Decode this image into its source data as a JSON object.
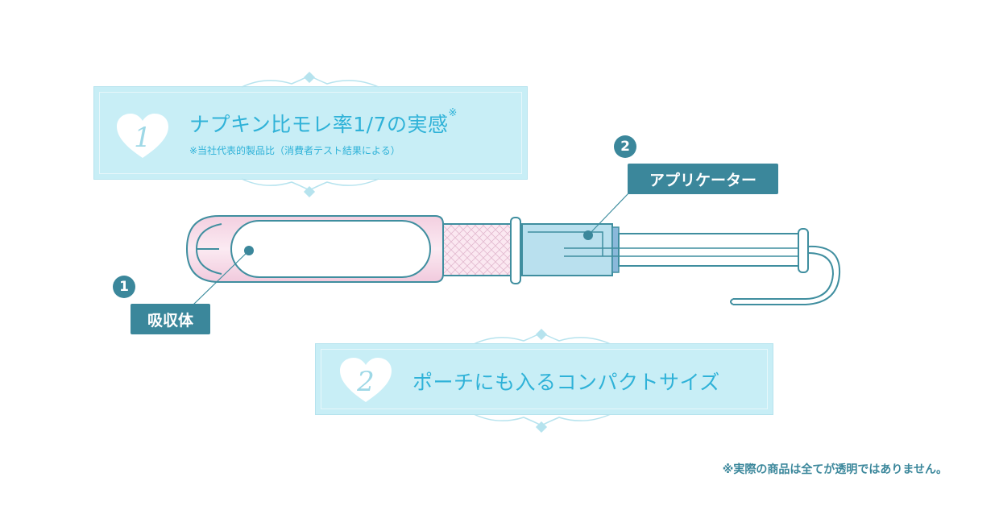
{
  "feature1": {
    "heart_number": "1",
    "title": "ナプキン比モレ率1/7の実感",
    "title_mark": "※",
    "note": "※当社代表的製品比（消費者テスト結果による）"
  },
  "feature2": {
    "heart_number": "2",
    "title": "ポーチにも入るコンパクトサイズ"
  },
  "callouts": {
    "absorber": {
      "number": "1",
      "label": "吸収体"
    },
    "applicator": {
      "number": "2",
      "label": "アプリケーター"
    }
  },
  "footnote": "※実際の商品は全てが透明ではありません。",
  "colors": {
    "panel": "#c8eef6",
    "accent_text": "#2fb2d8",
    "callout": "#3b879b",
    "outline": "#3f8e9f",
    "absorber_fill": "#f6dbe8",
    "applicator_fill": "#b9e0ee"
  }
}
